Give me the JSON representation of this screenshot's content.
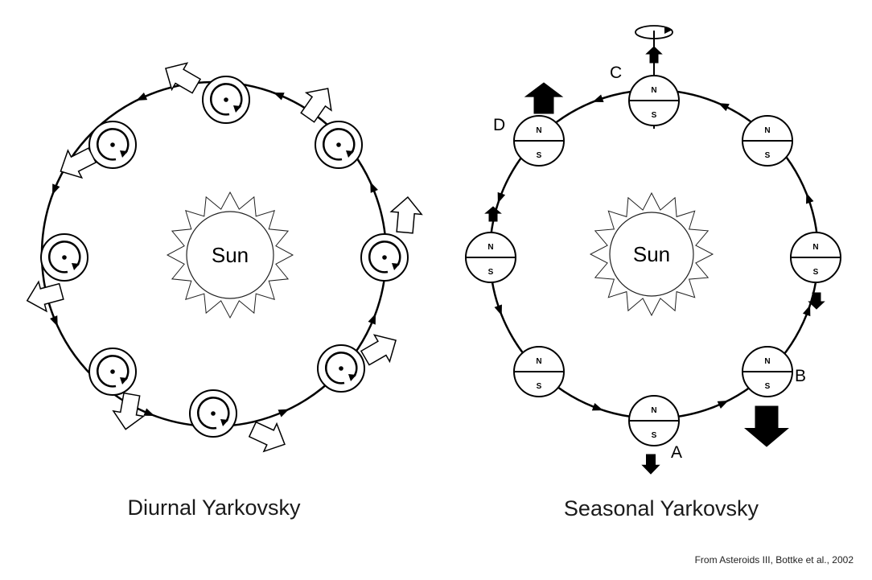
{
  "diurnal": {
    "sun_label": "Sun",
    "caption": "Diurnal Yarkovsky"
  },
  "seasonal": {
    "sun_label": "Sun",
    "caption": "Seasonal Yarkovsky",
    "pole_north": "N",
    "pole_south": "S",
    "position_labels": [
      "A",
      "B",
      "C",
      "D"
    ]
  },
  "credit": "From Asteroids III, Bottke et al., 2002"
}
